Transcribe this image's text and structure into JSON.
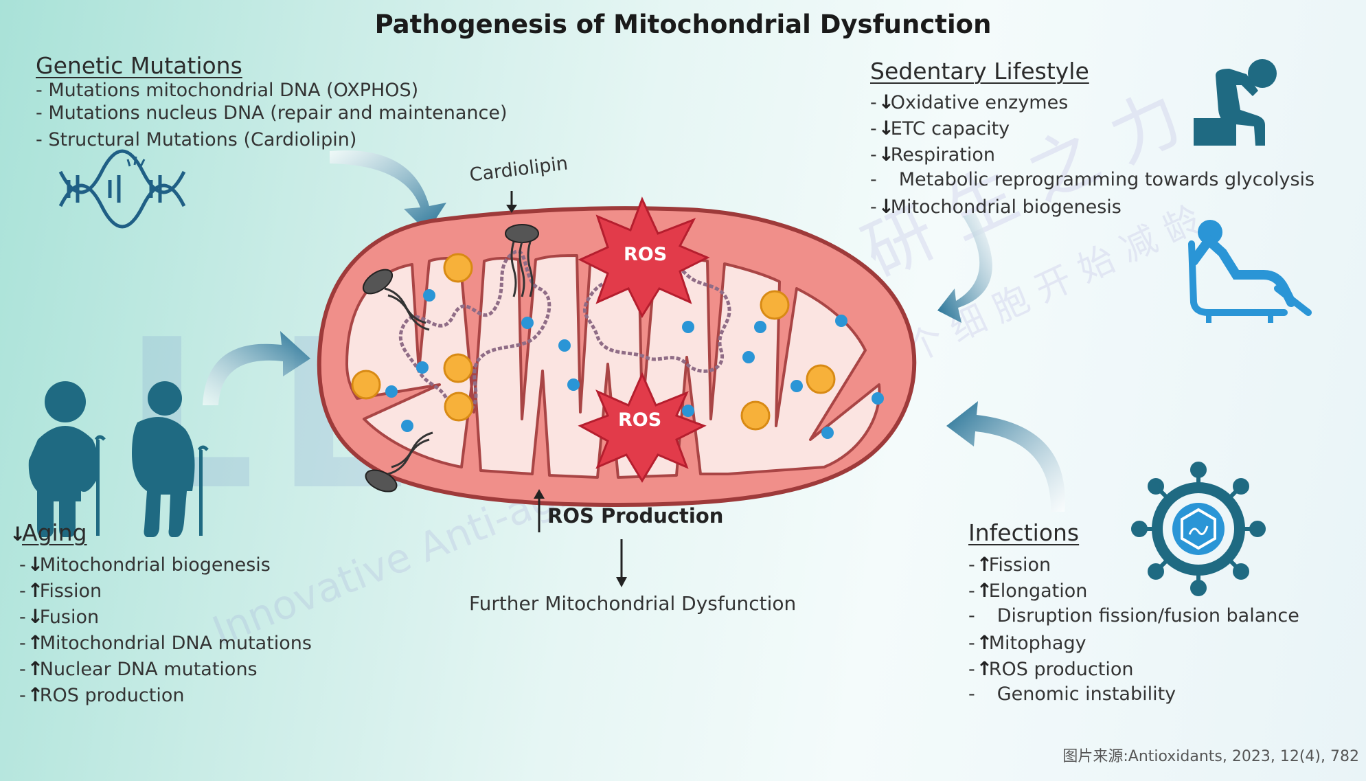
{
  "title": "Pathogenesis of Mitochondrial Dysfunction",
  "genetic": {
    "heading": "Genetic Mutations",
    "items": [
      "- Mutations mitochondrial DNA (OXPHOS)",
      "- Mutations nucleus DNA (repair and maintenance)",
      "- Structural Mutations (Cardiolipin)"
    ]
  },
  "sedentary": {
    "heading": "Sedentary Lifestyle",
    "items": [
      {
        "dash": "-",
        "arrow": "↓",
        "text": "Oxidative enzymes"
      },
      {
        "dash": "-",
        "arrow": "↓",
        "text": "ETC capacity"
      },
      {
        "dash": "-",
        "arrow": "↓",
        "text": "Respiration"
      },
      {
        "dash": "-",
        "arrow": "",
        "text": "Metabolic reprogramming towards glycolysis"
      },
      {
        "dash": "-",
        "arrow": "↓",
        "text": "Mitochondrial biogenesis"
      }
    ]
  },
  "aging": {
    "arrow": "↓",
    "heading": "Aging",
    "items": [
      {
        "dash": "-",
        "arrow": "↓",
        "text": "Mitochondrial biogenesis"
      },
      {
        "dash": "-",
        "arrow": "↑",
        "text": "Fission"
      },
      {
        "dash": "-",
        "arrow": "↓",
        "text": "Fusion"
      },
      {
        "dash": "-",
        "arrow": "↑",
        "text": "Mitochondrial DNA mutations"
      },
      {
        "dash": "-",
        "arrow": "↑",
        "text": "Nuclear DNA mutations"
      },
      {
        "dash": "-",
        "arrow": "↑",
        "text": "ROS production"
      }
    ]
  },
  "infections": {
    "heading": "Infections",
    "items": [
      {
        "dash": "-",
        "arrow": "↑",
        "text": "Fission"
      },
      {
        "dash": "-",
        "arrow": "↑",
        "text": "Elongation"
      },
      {
        "dash": "-",
        "arrow": "",
        "text": "Disruption fission/fusion balance"
      },
      {
        "dash": "-",
        "arrow": "↑",
        "text": "Mitophagy"
      },
      {
        "dash": "-",
        "arrow": "↑",
        "text": "ROS production"
      },
      {
        "dash": "-",
        "arrow": "",
        "text": "Genomic instability"
      }
    ]
  },
  "center": {
    "cardiolipin": "Cardiolipin",
    "ros1": "ROS",
    "ros2": "ROS",
    "ros_production": "ROS Production",
    "further": "Further Mitochondrial Dysfunction"
  },
  "source": "图片来源:Antioxidants, 2023, 12(4), 782",
  "watermark": {
    "brand": "LE",
    "cn1": "研 生 之 力",
    "cn2": "从 每 一 个 细 胞 开 始 减 龄",
    "en": "Innovative Anti-aging Science"
  },
  "colors": {
    "membrane": "#f08f8a",
    "membrane_stroke": "#9e3a3a",
    "matrix": "#fbe4e1",
    "ros": "#e23b4a",
    "teal": "#2e6f86",
    "arrow_dark": "#1f6e93",
    "ros_star": "#e23b4a"
  }
}
